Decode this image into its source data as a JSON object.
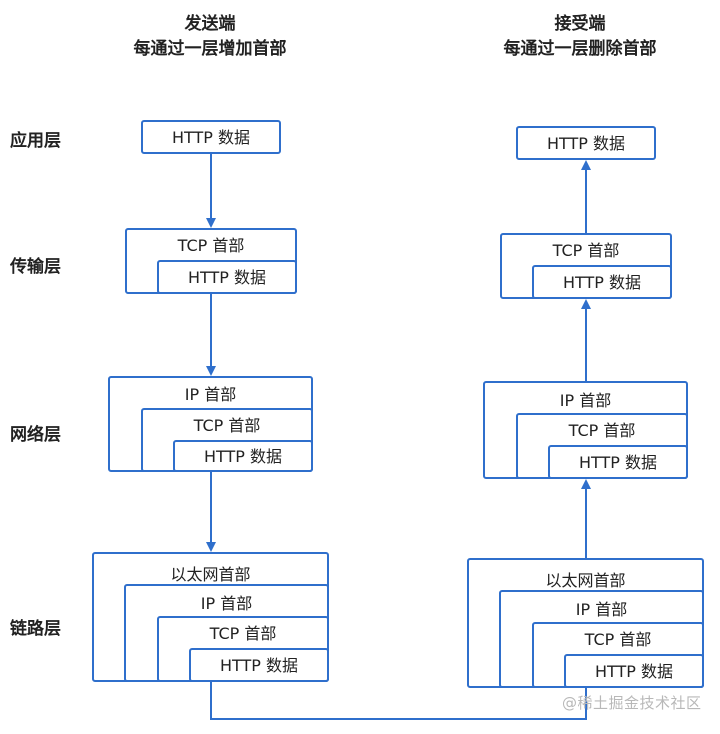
{
  "headers": {
    "sender": {
      "title": "发送端",
      "subtitle": "每通过一层增加首部"
    },
    "receiver": {
      "title": "接受端",
      "subtitle": "每通过一层删除首部"
    }
  },
  "layers": {
    "application": "应用层",
    "transport": "传输层",
    "network": "网络层",
    "link": "链路层"
  },
  "packet": {
    "ethernet_header": "以太网首部",
    "ip_header": "IP 首部",
    "tcp_header": "TCP 首部",
    "http_data": "HTTP 数据"
  },
  "watermark": "@稀土掘金技术社区",
  "colors": {
    "accent": "#2f6fcc"
  }
}
